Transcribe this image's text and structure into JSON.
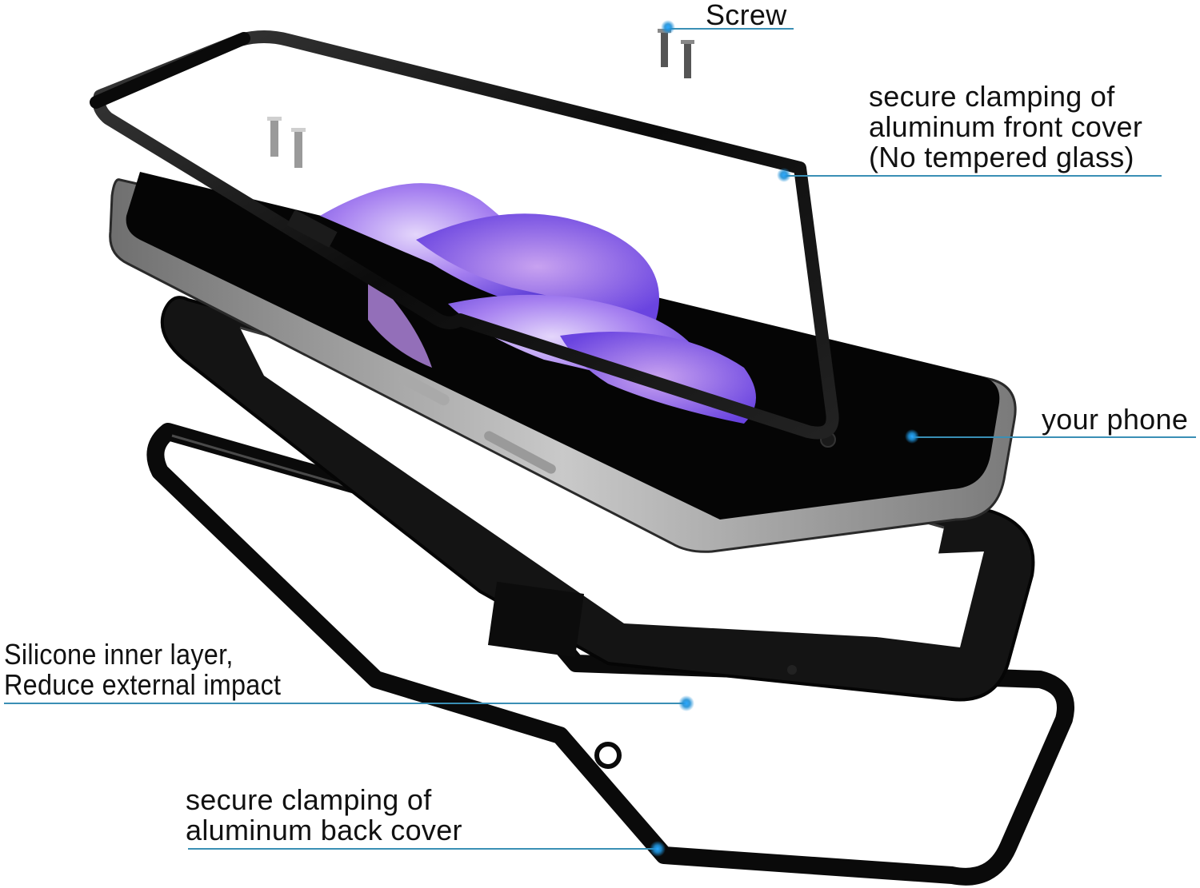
{
  "diagram": {
    "type": "exploded product view",
    "subject": "foldable phone protective case",
    "accent_color": "#1e8fd6",
    "callout_line_color": "#3a8fb5",
    "frame_color": "#0d0d0d",
    "screen_wallpaper_colors": [
      "#7b5cf0",
      "#a77be8",
      "#d8c7f5"
    ]
  },
  "callouts": [
    {
      "id": "screw",
      "lines": [
        "Screw"
      ]
    },
    {
      "id": "front-cover",
      "lines": [
        "secure clamping of",
        "aluminum front cover",
        "(No tempered glass)"
      ]
    },
    {
      "id": "phone",
      "lines": [
        "your phone"
      ]
    },
    {
      "id": "silicone-layer",
      "lines": [
        "Silicone inner layer,",
        "Reduce external impact"
      ]
    },
    {
      "id": "back-cover",
      "lines": [
        "secure clamping of",
        "aluminum back cover"
      ]
    }
  ]
}
